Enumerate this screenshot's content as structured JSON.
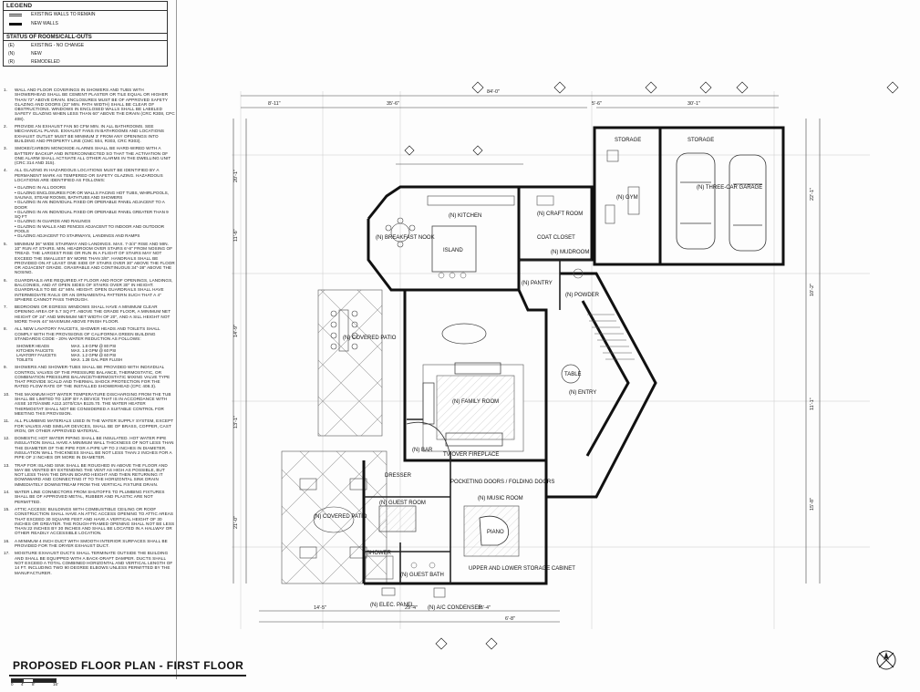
{
  "legend": {
    "title": "LEGEND",
    "items": [
      {
        "label": "EXISTING WALLS TO REMAIN"
      },
      {
        "label": "NEW WALLS"
      }
    ],
    "status_title": "STATUS OF ROOMS/CALL-OUTS",
    "status": [
      {
        "code": "(E)",
        "label": "EXISTING - NO CHANGE"
      },
      {
        "code": "(N)",
        "label": "NEW"
      },
      {
        "code": "(R)",
        "label": "REMODELED"
      }
    ]
  },
  "notes": [
    {
      "num": "1.",
      "text": "WALL AND FLOOR COVERINGS IN SHOWERS AND TUBS WITH SHOWERHEAD SHALL BE CEMENT PLASTER OR TILE EQUAL OR HIGHER THAN 72\" ABOVE DRAIN. ENCLOSURES MUST BE OF APPROVED SAFETY GLAZING AND DOORS (22\" MIN. PATH WIDTH) SHALL BE CLEAR OF OBSTRUCTIONS. WINDOWS IN ENCLOSED WALLS SHALL BE LABELED SAFETY GLAZING WHEN LESS THAN 60\" ABOVE THE DRAIN (CRC R308, CPC 408)."
    },
    {
      "num": "2.",
      "text": "PROVIDE AN EXHAUST FAN 50 CFM MIN. IN ALL BATHROOMS. SEE MECHANICAL PLANS. EXHAUST FANS IN BATHROOMS AND LOCATIONS EXHAUST OUTLET MUST BE MINIMUM 3' FROM ANY OPENINGS INTO BUILDING AND PROPERTY LINE (CMC 504, R303, CRC R303)."
    },
    {
      "num": "3.",
      "text": "SMOKE/CARBON MONOXIDE ALARMS SHALL BE HARD-WIRED WITH A BATTERY BACKUP AND INTERCONNECTED SO THAT THE ACTIVATION OF ONE ALARM SHALL ACTIVATE ALL OTHER ALARMS IN THE DWELLING UNIT (CRC 314 AND 315)."
    },
    {
      "num": "4.",
      "text": "ALL GLAZING IN HAZARDOUS LOCATIONS MUST BE IDENTIFIED BY A PERMANENT MARK AS TEMPERED OR SAFETY GLAZING. HAZARDOUS LOCATIONS ARE IDENTIFIED AS FOLLOWS:"
    },
    {
      "num": "5.",
      "text": "MINIMUM 36\" WIDE STAIRWAY AND LANDINGS. MAX. 7-3/4\" RISE AND MIN. 10\" RUN AT STAIRS. MIN. HEADROOM OVER STAIRS 6'-8\" FROM NOSING OF TREAD. THE LARGEST RISE OR RUN IN A FLIGHT OF STAIRS MAY NOT EXCEED THE SMALLEST BY MORE THAN 3/8\". HANDRAILS SHALL BE PROVIDED ON AT LEAST ONE SIDE OF STAIRS OVER 30\" ABOVE THE FLOOR OR ADJACENT GRADE. GRASPABLE AND CONTINUOUS 34\"-38\" ABOVE THE NOSING."
    },
    {
      "num": "6.",
      "text": "GUARDRAILS ARE REQUIRED AT FLOOR AND ROOF OPENINGS, LANDINGS, BALCONIES, AND AT OPEN SIDES OF STAIRS OVER 30\" IN HEIGHT. GUARDRAILS TO BE 42\" MIN. HEIGHT. OPEN GUARDRAILS SHALL HAVE INTERMEDIATE RAILS OR AN ORNAMENTAL PATTERN SUCH THAT A 4\" SPHERE CANNOT PASS THROUGH."
    },
    {
      "num": "7.",
      "text": "BEDROOMS OR EGRESS WINDOWS SHALL HAVE A MINIMUM CLEAR OPENING AREA OF 5.7 SQ FT. ABOVE THE GRADE FLOOR, A MINIMUM NET HEIGHT OF 24\" AND MINIMUM NET WIDTH OF 20\", AND A SILL HEIGHT NOT MORE THAN 44\" MAXIMUM ABOVE FINISH FLOOR."
    },
    {
      "num": "8.",
      "text": "ALL NEW LAVATORY FAUCETS, SHOWER HEADS AND TOILETS SHALL COMPLY WITH THE PROVISIONS OF CALIFORNIA GREEN BUILDING STANDARDS CODE - 20% WATER REDUCTION AS FOLLOWS:"
    },
    {
      "num": "9.",
      "text": "SHOWERS AND SHOWER-TUBS SHALL BE PROVIDED WITH INDIVIDUAL CONTROL VALVES OF THE PRESSURE BALANCE, THERMOSTATIC, OR COMBINATION PRESSURE BALANCE/THERMOSTATIC MIXING VALVE TYPE THAT PROVIDE SCALD AND THERMAL SHOCK PROTECTION FOR THE RATED FLOW RATE OF THE INSTALLED SHOWERHEAD (CPC 408.3)."
    },
    {
      "num": "10.",
      "text": "THE MAXIMUM HOT WATER TEMPERATURE DISCHARGING FROM THE TUB SHALL BE LIMITED TO 120F BY A DEVICE THAT IS IN ACCORDANCE WITH ASSE 1070/ASME A112.1070/CSA B125.70. THE WATER HEATER THERMOSTAT SHALL NOT BE CONSIDERED A SUITABLE CONTROL FOR MEETING THIS PROVISION."
    },
    {
      "num": "11.",
      "text": "ALL PLUMBING MATERIALS USED IN THE WATER SUPPLY SYSTEM, EXCEPT FOR VALVES AND SIMILAR DEVICES, SHALL BE OF BRASS, COPPER, CAST IRON, OR OTHER APPROVED MATERIAL."
    },
    {
      "num": "12.",
      "text": "DOMESTIC HOT WATER PIPING SHALL BE INSULATED. HOT WATER PIPE INSULATION SHALL HAVE A MINIMUM WALL THICKNESS OF NOT LESS THAN THE DIAMETER OF THE PIPE FOR A PIPE UP TO 2 INCHES IN DIAMETER. INSULATION WALL THICKNESS SHALL BE NOT LESS THAN 2 INCHES FOR A PIPE OF 2 INCHES OR MORE IN DIAMETER."
    },
    {
      "num": "13.",
      "text": "TRAP FOR ISLAND SINK SHALL BE ROUGHED IN ABOVE THE FLOOR AND MAY BE VENTED BY EXTENDING THE VENT AS HIGH AS POSSIBLE, BUT NOT LESS THAN THE DRAIN BOARD HEIGHT AND THEN RETURNING IT DOWNWARD AND CONNECTING IT TO THE HORIZONTAL SINK DRAIN IMMEDIATELY DOWNSTREAM FROM THE VERTICAL FIXTURE DRAIN."
    },
    {
      "num": "14.",
      "text": "WATER LINE CONNECTORS FROM SHUTOFFS TO PLUMBING FIXTURES SHALL BE OF APPROVED METAL, RUBBER AND PLASTIC ARE NOT PERMITTED."
    },
    {
      "num": "15.",
      "text": "ATTIC ACCESS: BUILDINGS WITH COMBUSTIBLE CEILING OR ROOF CONSTRUCTION SHALL HAVE AN ATTIC ACCESS OPENING TO ATTIC AREAS THAT EXCEED 30 SQUARE FEET AND HAVE A VERTICAL HEIGHT OF 30 INCHES OR GREATER. THE ROUGH-FRAMED OPENING SHALL NOT BE LESS THAN 22 INCHES BY 30 INCHES AND SHALL BE LOCATED IN A HALLWAY OR OTHER READILY ACCESSIBLE LOCATION."
    },
    {
      "num": "16.",
      "text": "A MINIMUM 4 INCH DUCT WITH SMOOTH INTERIOR SURFACES SHALL BE PROVIDED FOR THE DRYER EXHAUST DUCT."
    },
    {
      "num": "17.",
      "text": "MOISTURE EXHAUST DUCTS SHALL TERMINATE OUTSIDE THE BUILDING AND SHALL BE EQUIPPED WITH A BACK-DRAFT DAMPER. DUCTS SHALL NOT EXCEED A TOTAL COMBINED HORIZONTAL AND VERTICAL LENGTH OF 14 FT. INCLUDING TWO 90 DEGREE ELBOWS UNLESS PERMITTED BY THE MANUFACTURER."
    }
  ],
  "hazard_bullets": [
    "GLAZING IN ALL DOORS",
    "GLAZING ENCLOSURES FOR OR WALLS FACING HOT TUBS, WHIRLPOOLS, SAUNAS, STEAM ROOMS, BATHTUBS AND SHOWERS",
    "GLAZING IN AN INDIVIDUAL FIXED OR OPERABLE PANEL ADJACENT TO A DOOR",
    "GLAZING IN AN INDIVIDUAL FIXED OR OPERABLE PANEL GREATER THAN 9 SQ FT",
    "GLAZING IN GUARDS AND RAILINGS",
    "GLAZING IN WALLS AND FENCES ADJACENT TO INDOOR AND OUTDOOR POOLS",
    "GLAZING ADJACENT TO STAIRWAYS, LANDINGS AND RAMPS"
  ],
  "fixtures": [
    {
      "name": "SHOWER HEADS",
      "rate": "MAX. 1.8 GPM @ 80 PSI"
    },
    {
      "name": "KITCHEN FAUCETS",
      "rate": "MAX. 1.8 GPM @ 60 PSI"
    },
    {
      "name": "LAVATORY FAUCETS",
      "rate": "MAX. 1.2 GPM @ 60 PSI"
    },
    {
      "name": "TOILETS",
      "rate": "MAX. 1.28 GAL PER FLUSH"
    }
  ],
  "plan": {
    "overall_dim": "84'-0\"",
    "rooms": [
      {
        "id": "breakfast",
        "label": "(N) BREAKFAST NOOK"
      },
      {
        "id": "kitchen",
        "label": "(N) KITCHEN"
      },
      {
        "id": "island",
        "label": "ISLAND"
      },
      {
        "id": "craft",
        "label": "(N) CRAFT ROOM"
      },
      {
        "id": "gym",
        "label": "(N) GYM"
      },
      {
        "id": "garage",
        "label": "(N) THREE-CAR GARAGE"
      },
      {
        "id": "mudroom",
        "label": "(N) MUDROOM"
      },
      {
        "id": "pantry",
        "label": "(N) PANTRY"
      },
      {
        "id": "powder",
        "label": "(N) POWDER"
      },
      {
        "id": "patio1",
        "label": "(N) COVERED PATIO"
      },
      {
        "id": "family",
        "label": "(N) FAMILY ROOM"
      },
      {
        "id": "entry",
        "label": "(N) ENTRY"
      },
      {
        "id": "bar",
        "label": "(N) BAR"
      },
      {
        "id": "guest",
        "label": "(N) GUEST ROOM"
      },
      {
        "id": "music",
        "label": "(N) MUSIC ROOM"
      },
      {
        "id": "guestbath",
        "label": "(N) GUEST BATH"
      },
      {
        "id": "patio2",
        "label": "(N) COVERED PATIO"
      },
      {
        "id": "storage1",
        "label": "STORAGE"
      },
      {
        "id": "storage2",
        "label": "STORAGE"
      },
      {
        "id": "table",
        "label": "TABLE"
      },
      {
        "id": "piano",
        "label": "PIANO"
      },
      {
        "id": "dresser",
        "label": "DRESSER"
      },
      {
        "id": "shower",
        "label": "SHOWER"
      },
      {
        "id": "closet",
        "label": "COAT CLOSET"
      },
      {
        "id": "fireplace",
        "label": "TV OVER FIREPLACE"
      },
      {
        "id": "sliders",
        "label": "POCKETING DOORS / FOLDING DOORS"
      },
      {
        "id": "cabinet",
        "label": "UPPER AND LOWER STORAGE CABINET"
      },
      {
        "id": "panel",
        "label": "(N) ELEC. PANEL"
      },
      {
        "id": "condenser",
        "label": "(N) A/C CONDENSER"
      }
    ],
    "dims": {
      "top": [
        "8'-11\"",
        "35'-6\"",
        "5'-6\"",
        "30'-1\""
      ],
      "bottom": [
        "14'-5\"",
        "29'-4\"",
        "15'-4\"",
        "6'-8\""
      ],
      "left": [
        "20'-1\"",
        "11'-6\"",
        "14'-9\"",
        "13'-1\"",
        "21'-0\""
      ],
      "right": [
        "22'-1\"",
        "10'-2\"",
        "11'-1\"",
        "15'-8\""
      ]
    }
  },
  "title": "PROPOSED FLOOR PLAN - FIRST FLOOR",
  "scale": {
    "marks": [
      "0",
      "4'",
      "8'",
      "16'"
    ]
  }
}
